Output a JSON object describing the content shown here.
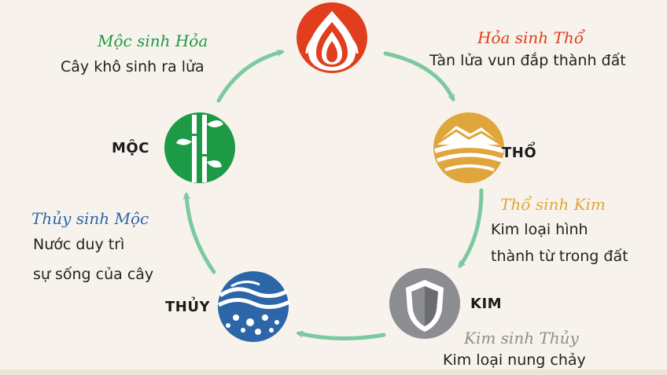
{
  "elements": {
    "hoa": {
      "color": "#e03e1c"
    },
    "tho": {
      "name": "THỔ",
      "color": "#e0a53b"
    },
    "kim": {
      "name": "KIM",
      "color": "#8c8d90"
    },
    "thuy": {
      "name": "THỦY",
      "color": "#2c66a8"
    },
    "moc": {
      "name": "MỘC",
      "color": "#1c9a45"
    }
  },
  "relations": {
    "moc_hoa": {
      "title": "Mộc sinh Hỏa",
      "title_color": "#1c9a45",
      "lines": [
        "Cây khô sinh ra lửa"
      ]
    },
    "hoa_tho": {
      "title": "Hỏa sinh Thổ",
      "title_color": "#e03e1c",
      "lines": [
        "Tàn lửa vun đắp thành đất"
      ]
    },
    "tho_kim": {
      "title": "Thổ sinh Kim",
      "title_color": "#e0a53b",
      "lines": [
        "Kim loại hình",
        "thành từ trong đất"
      ]
    },
    "kim_thuy": {
      "title": "Kim sinh Thủy",
      "title_color": "#8c8d90",
      "lines": [
        "Kim loại nung chảy"
      ]
    },
    "thuy_moc": {
      "title": "Thủy sinh Mộc",
      "title_color": "#2c66a8",
      "lines": [
        "Nước duy trì",
        "sự sống của cây"
      ]
    }
  },
  "arrow_color": "#7cc9a0"
}
